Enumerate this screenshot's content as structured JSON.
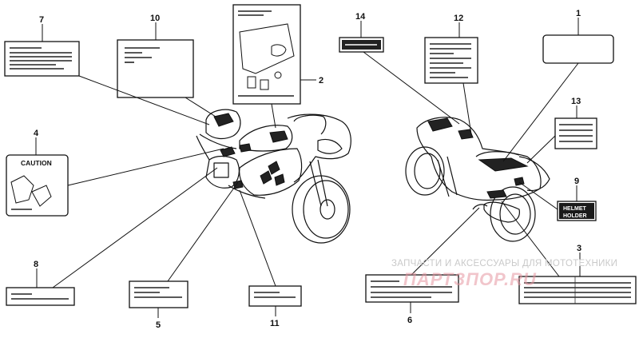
{
  "diagram": {
    "labels": [
      {
        "id": "label-1",
        "number": "1"
      },
      {
        "id": "label-2",
        "number": "2"
      },
      {
        "id": "label-3",
        "number": "3"
      },
      {
        "id": "label-4",
        "number": "4",
        "text": "CAUTION"
      },
      {
        "id": "label-5",
        "number": "5"
      },
      {
        "id": "label-6",
        "number": "6"
      },
      {
        "id": "label-7",
        "number": "7"
      },
      {
        "id": "label-8",
        "number": "8"
      },
      {
        "id": "label-9",
        "number": "9",
        "text_line1": "HELMET",
        "text_line2": "HOLDER"
      },
      {
        "id": "label-10",
        "number": "10"
      },
      {
        "id": "label-11",
        "number": "11"
      },
      {
        "id": "label-12",
        "number": "12"
      },
      {
        "id": "label-13",
        "number": "13"
      },
      {
        "id": "label-14",
        "number": "14"
      }
    ]
  },
  "watermark": {
    "caption": "ЗАПЧАСТИ И АКСЕССУАРЫ ДЛЯ МОТОТЕХНИКИ",
    "logo_text": "ПАРТЗПОР.RU"
  }
}
